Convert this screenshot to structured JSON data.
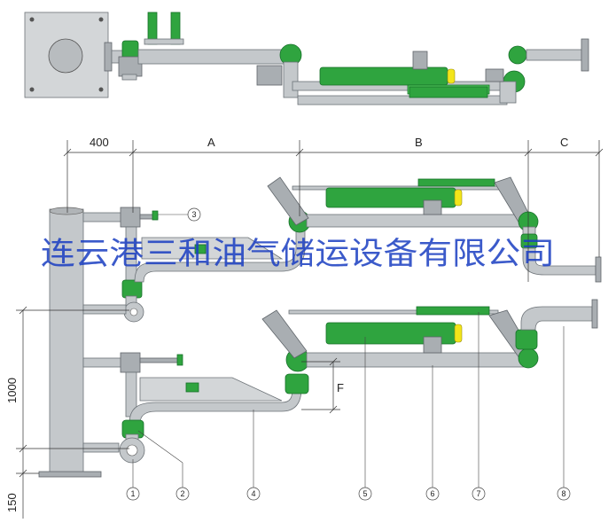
{
  "dimensions": {
    "top_width": "400",
    "seg_a": "A",
    "seg_b": "B",
    "seg_c": "C",
    "height_main": "1000",
    "height_base": "150",
    "height_f": "F"
  },
  "callouts": [
    "1",
    "2",
    "3",
    "4",
    "5",
    "6",
    "7",
    "8"
  ],
  "watermark": "连云港三和油气储运设备有限公司",
  "colors": {
    "pipe": "#c4c8cb",
    "cylinder": "#2fa43f",
    "cylinder_cap": "#f3e51a",
    "watermark": "#1c3fc2"
  }
}
